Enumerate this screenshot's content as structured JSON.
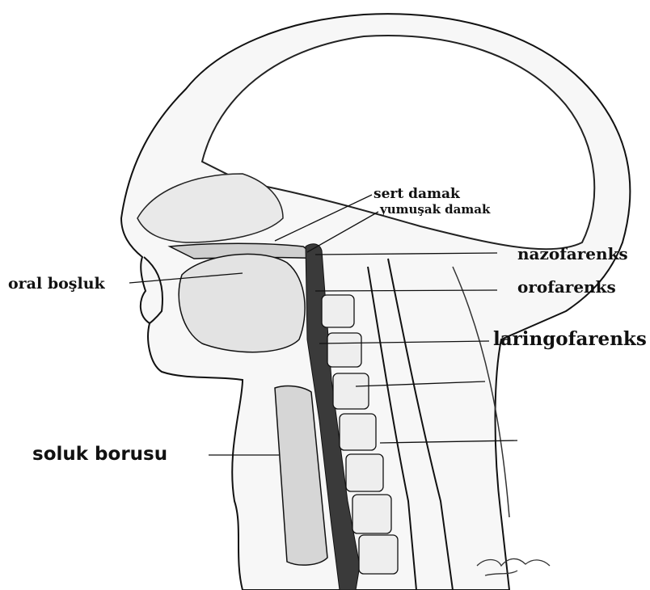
{
  "labels": {
    "hard_palate": "sert damak",
    "soft_palate": "yumuşak damak",
    "nasopharynx": "nazofarenks",
    "oropharynx": "orofarenks",
    "laryngopharynx": "laringofarenks",
    "oral_cavity": "oral boşluk",
    "trachea": "soluk borusu"
  },
  "colors": {
    "ink": "#111111",
    "tissue": "#f4f4f4",
    "bone": "#e6e6e6",
    "airway": "#3a3a3a"
  }
}
